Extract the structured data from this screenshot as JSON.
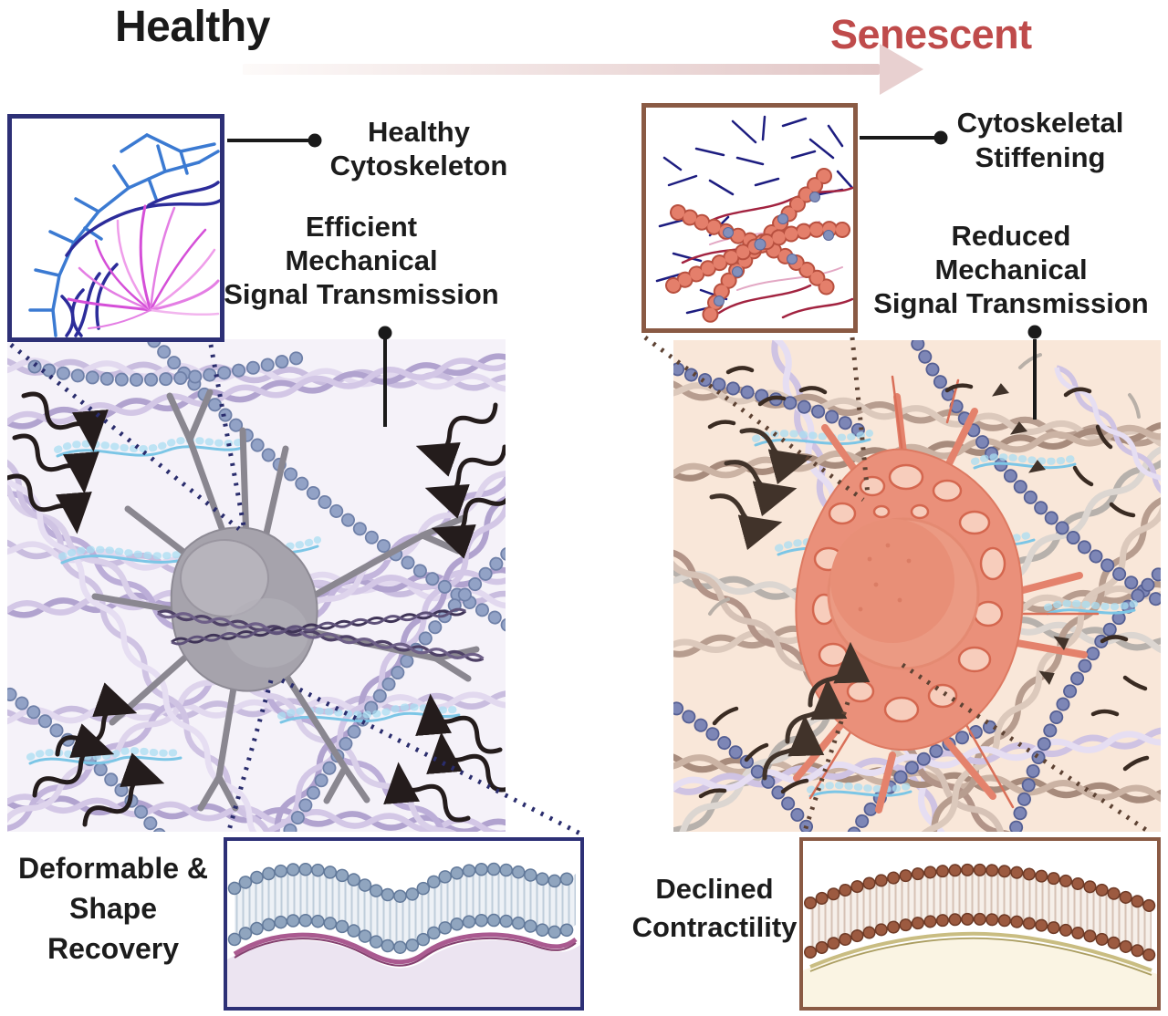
{
  "figure": {
    "header": {
      "healthy": "Healthy",
      "senescent": "Senescent"
    },
    "healthy_side": {
      "cytoskeleton_label": [
        "Healthy",
        "Cytoskeleton"
      ],
      "signal_label": [
        "Efficient",
        "Mechanical",
        "Signal Transmission"
      ],
      "membrane_label": [
        "Deformable &",
        "Shape",
        "Recovery"
      ]
    },
    "senescent_side": {
      "cytoskeleton_label": [
        "Cytoskeletal",
        "Stiffening"
      ],
      "signal_label": [
        "Reduced",
        "Mechanical",
        "Signal Transmission"
      ],
      "membrane_label": [
        "Declined",
        "Contractility"
      ]
    },
    "colors": {
      "healthy_title": "#1a1a1a",
      "senescent_title": "#bf4b4b",
      "transition_arrow": "#e7cfcf",
      "healthy_inset_border": "#2d3076",
      "senescent_inset_border": "#8a5a44",
      "healthy_matrix_bg": "#f5f2f9",
      "senescent_matrix_bg": "#f9e7d9",
      "healthy_cell": "#a6a3ac",
      "senescent_cell": "#ea907a",
      "callout_dotted_healthy": "#2a2d6d",
      "callout_dotted_senescent": "#5d4233"
    }
  }
}
